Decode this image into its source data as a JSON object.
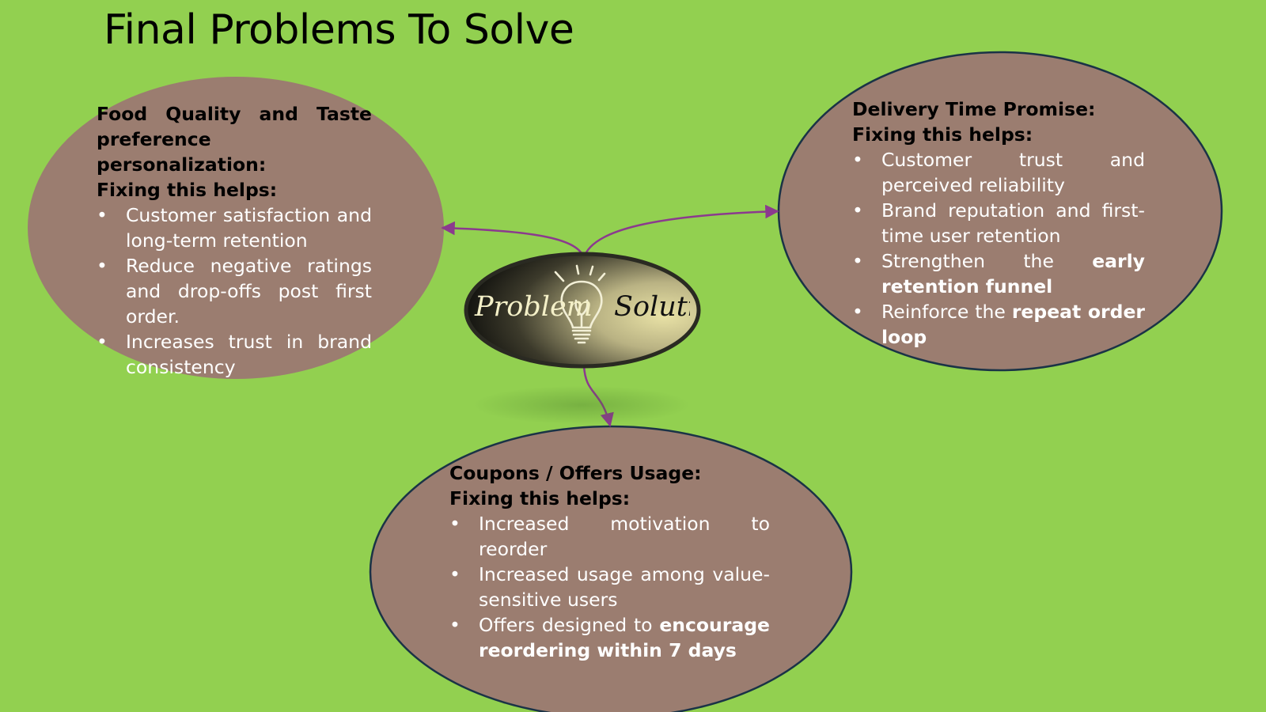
{
  "title": "Final Problems To Solve",
  "logo": {
    "left_word": "Problem",
    "right_word": "Solution"
  },
  "colors": {
    "background": "#92d050",
    "bubble_fill": "#9b7d70",
    "bubble_stroke": "#1a3346",
    "connector": "#8b3a8e"
  },
  "bubbles": {
    "food": {
      "heading_line1": "Food Quality and Taste",
      "heading_line2": "preference",
      "heading_line3": "personalization:",
      "helps": "Fixing this helps:",
      "items": [
        "Customer satisfaction and long-term retention",
        "Reduce negative ratings and drop-offs post first order.",
        "Increases trust in brand consistency"
      ]
    },
    "delivery": {
      "heading": "Delivery Time Promise:",
      "helps": "Fixing this helps:",
      "items": [
        {
          "text": "Customer trust and perceived reliability"
        },
        {
          "text": "Brand reputation and first-time user retention"
        },
        {
          "pre": "Strengthen the ",
          "bold": "early retention funnel"
        },
        {
          "pre": "Reinforce the ",
          "bold": "repeat order loop"
        }
      ]
    },
    "coupons": {
      "heading": "Coupons / Offers Usage:",
      "helps": "Fixing this helps:",
      "items": [
        {
          "text": "Increased motivation to reorder"
        },
        {
          "text": "Increased usage among value-sensitive users"
        },
        {
          "pre": "Offers designed to ",
          "bold": "encourage reordering within 7 days"
        }
      ]
    }
  }
}
